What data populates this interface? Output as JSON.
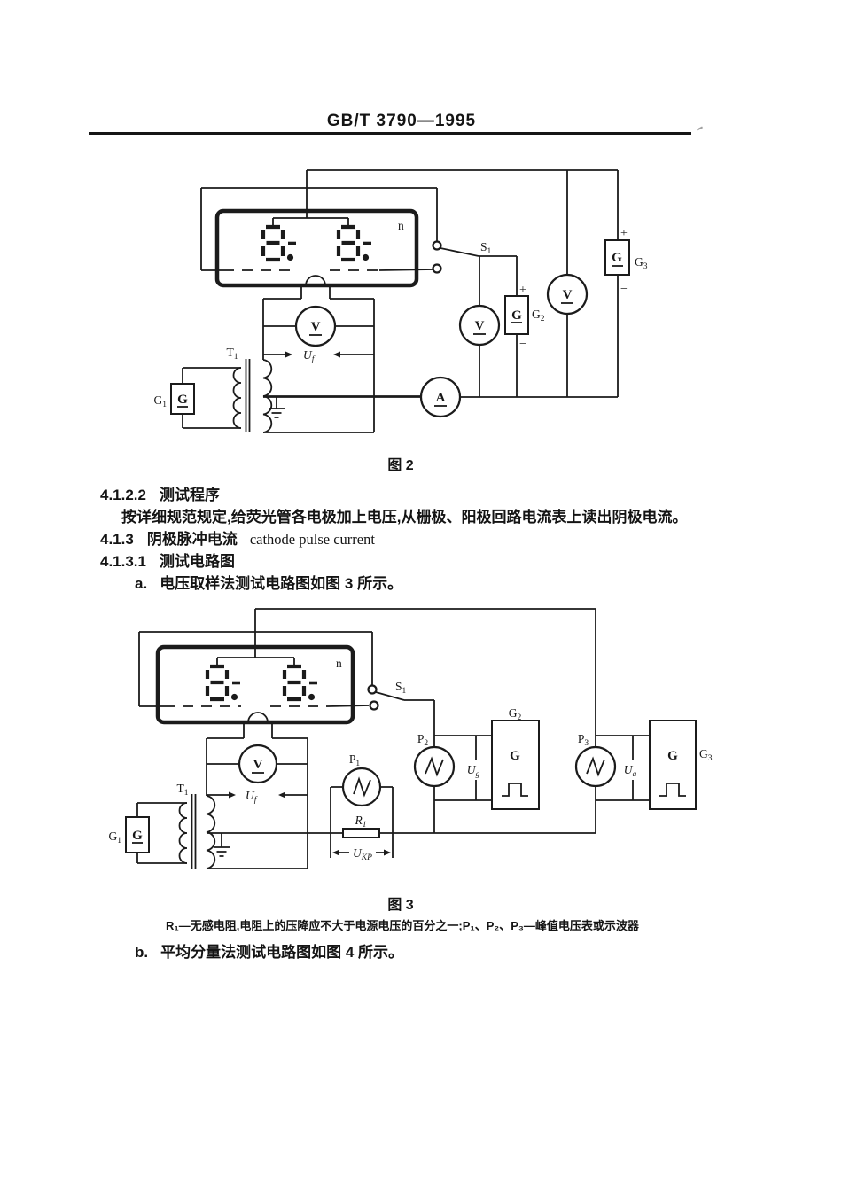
{
  "page": {
    "title": "GB/T 3790—1995"
  },
  "text": {
    "fig2_caption": "图 2",
    "sec_4_1_2_2": {
      "num": "4.1.2.2",
      "title": "测试程序"
    },
    "para_4_1_2_2": "按详细规范规定,给荧光管各电极加上电压,从栅极、阳极回路电流表上读出阴极电流。",
    "sec_4_1_3": {
      "num": "4.1.3",
      "title": "阴极脉冲电流",
      "en": "cathode pulse current"
    },
    "sec_4_1_3_1": {
      "num": "4.1.3.1",
      "title": "测试电路图"
    },
    "item_a": {
      "label": "a.",
      "text": "电压取样法测试电路图如图 3 所示。"
    },
    "fig3_caption": "图 3",
    "fig3_note": "R₁—无感电阻,电阻上的压降应不大于电源电压的百分之一;P₁、P₂、P₃—峰值电压表或示波器",
    "item_b": {
      "label": "b.",
      "text": "平均分量法测试电路图如图 4 所示。"
    }
  },
  "fig2": {
    "tube_n": "n",
    "s1": {
      "m": "S",
      "s": "1"
    },
    "v1": "V",
    "v2": "V",
    "vf": "V",
    "am": "A",
    "plus": "+",
    "minus": "−",
    "g1": {
      "box": "G",
      "m": "G",
      "s": "1"
    },
    "g2": {
      "box": "G",
      "m": "G",
      "s": "2"
    },
    "g3": {
      "box": "G",
      "m": "G",
      "s": "3"
    },
    "t1": {
      "m": "T",
      "s": "1"
    },
    "uf": {
      "m": "U",
      "s": "f"
    }
  },
  "fig3": {
    "tube_n": "n",
    "s1": {
      "m": "S",
      "s": "1"
    },
    "vf": "V",
    "uf": {
      "m": "U",
      "s": "f"
    },
    "p1": {
      "m": "P",
      "s": "1"
    },
    "p2": {
      "m": "P",
      "s": "2"
    },
    "p3": {
      "m": "P",
      "s": "3"
    },
    "ug": {
      "m": "U",
      "s": "g"
    },
    "ua": {
      "m": "U",
      "s": "a"
    },
    "ukp": {
      "m": "U",
      "s": "KP"
    },
    "r1": {
      "m": "R",
      "s": "1"
    },
    "g1": {
      "box": "G",
      "m": "G",
      "s": "1"
    },
    "g2": {
      "box": "G",
      "m": "G",
      "s": "2"
    },
    "g3": {
      "box": "G",
      "m": "G",
      "s": "3"
    },
    "t1": {
      "m": "T",
      "s": "1"
    }
  }
}
